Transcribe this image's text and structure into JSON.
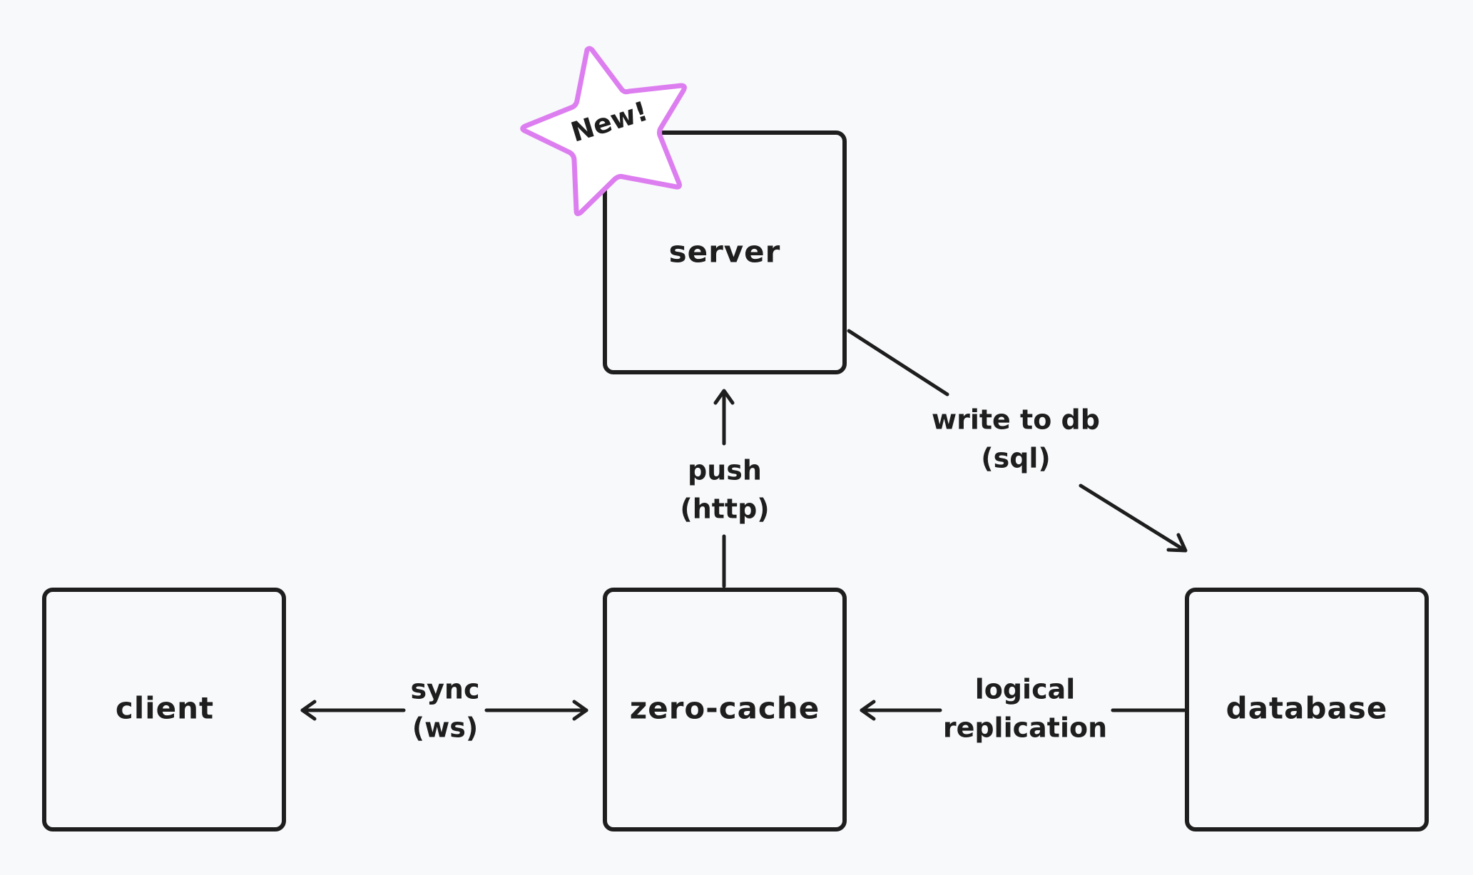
{
  "nodes": {
    "server": "server",
    "client": "client",
    "zero_cache": "zero-cache",
    "database": "database"
  },
  "edges": {
    "push": [
      "push",
      "(http)"
    ],
    "write": [
      "write to db",
      "(sql)"
    ],
    "sync": [
      "sync",
      "(ws)"
    ],
    "replication": [
      "logical",
      "replication"
    ]
  },
  "badge": {
    "label": "New!"
  },
  "colors": {
    "stroke": "#1e1e1e",
    "badge_outline": "#dd7ef0",
    "background": "#f8f9fb"
  }
}
